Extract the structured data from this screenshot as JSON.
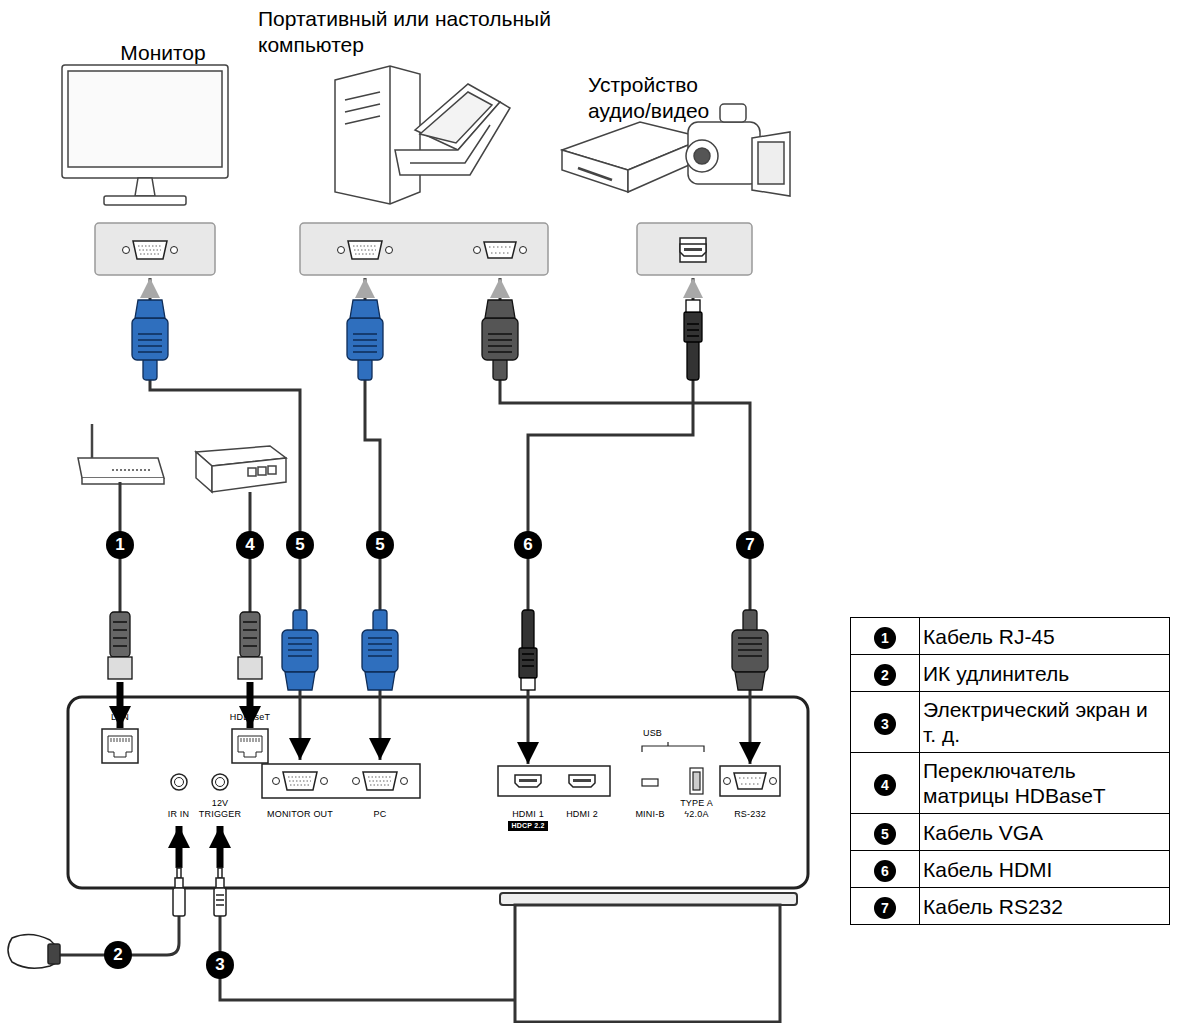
{
  "diagram": {
    "nodes": [
      {
        "text": [
          "Монитор"
        ]
      },
      {
        "text": [
          "Портативный или настольный компьютер"
        ]
      },
      {
        "text": [
          "Устройство аудио/видео"
        ]
      },
      {
        "text": [
          "LAN"
        ]
      },
      {
        "text": [
          "HDBaseT"
        ]
      },
      {
        "text": [
          "IR IN"
        ]
      },
      {
        "text": [
          "12V TRIGGER"
        ]
      },
      {
        "text": [
          "MONITOR OUT"
        ]
      },
      {
        "text": [
          "PC"
        ]
      },
      {
        "text": [
          "HDMI 1",
          "HDCP 2.2"
        ]
      },
      {
        "text": [
          "HDMI 2"
        ]
      },
      {
        "text": [
          "USB",
          "MINI-B",
          "TYPE A ϟ2.0A"
        ]
      },
      {
        "text": [
          "RS-232"
        ]
      }
    ],
    "edges": [
      {
        "from": 0,
        "to": 7,
        "arrow": "both",
        "label": "5"
      },
      {
        "from": 1,
        "to": 8,
        "arrow": "both",
        "label": "5"
      },
      {
        "from": 2,
        "to": 9,
        "arrow": "both",
        "label": "6"
      },
      {
        "from": 1,
        "to": 12,
        "arrow": "both",
        "label": "7"
      }
    ],
    "labels": [
      "1",
      "4",
      "2",
      "3",
      "1",
      "Кабель RJ-45",
      "2",
      "ИК удлинитель",
      "3",
      "Электрический экран и т. д.",
      "4",
      "Переключатель матрицы HDBaseT",
      "5",
      "Кабель VGA",
      "6",
      "Кабель HDMI",
      "7",
      "Кабель RS232"
    ]
  }
}
